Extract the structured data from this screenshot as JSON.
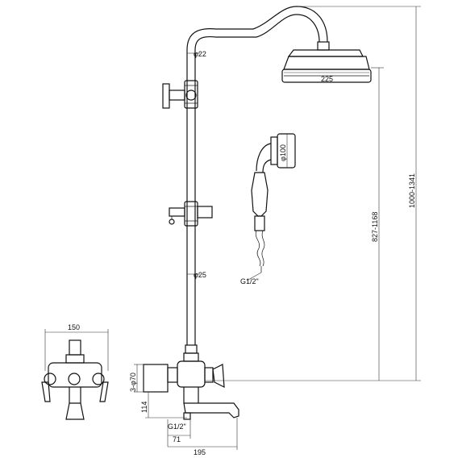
{
  "labels": {
    "pipe_dia_top": "φ22",
    "head_width": "225",
    "handset_dia": "φ100",
    "height_range_inner": "827-1168",
    "height_range_outer": "1000-1341",
    "pipe_dia_lower": "φ25",
    "hose_thread": "G1/2\"",
    "mixer_width": "150",
    "inlet_dia": "3-φ70",
    "body_height": "114",
    "outlet_thread": "G1/2\"",
    "spout_drop": "71",
    "spout_reach": "195"
  }
}
